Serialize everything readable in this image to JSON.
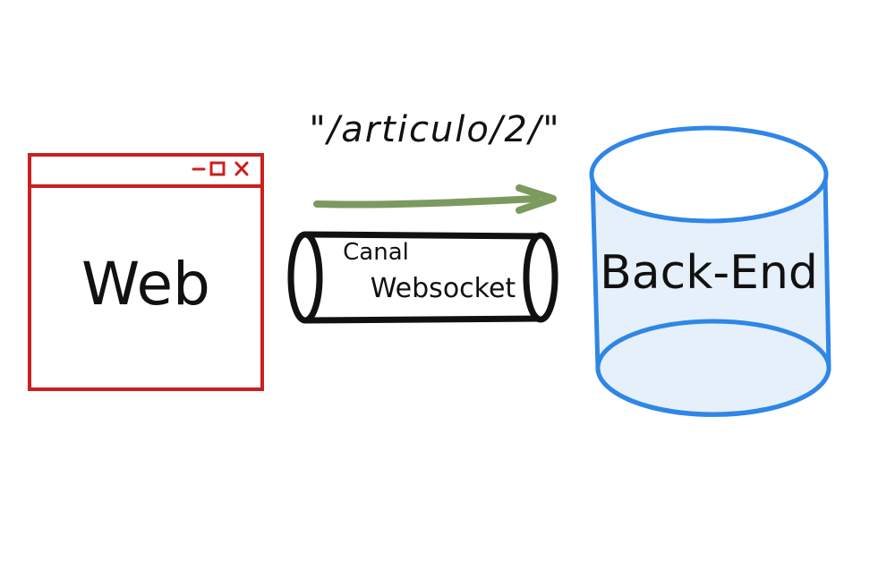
{
  "diagram": {
    "message_label": "\"/articulo/2/\"",
    "web": {
      "label": "Web",
      "controls": [
        "−",
        "□",
        "×"
      ]
    },
    "channel": {
      "label_line1": "Canal",
      "label_line2": "Websocket"
    },
    "backend": {
      "label": "Back-End"
    }
  },
  "colors": {
    "web_window": "#cc1f1f",
    "arrow": "#7a9a5e",
    "channel": "#111111",
    "backend_stroke": "#2f86e6",
    "backend_fill": "#e6f0fb",
    "text": "#111111"
  },
  "icons": {
    "minimize": "minimize-icon",
    "maximize": "maximize-icon",
    "close": "close-icon"
  }
}
